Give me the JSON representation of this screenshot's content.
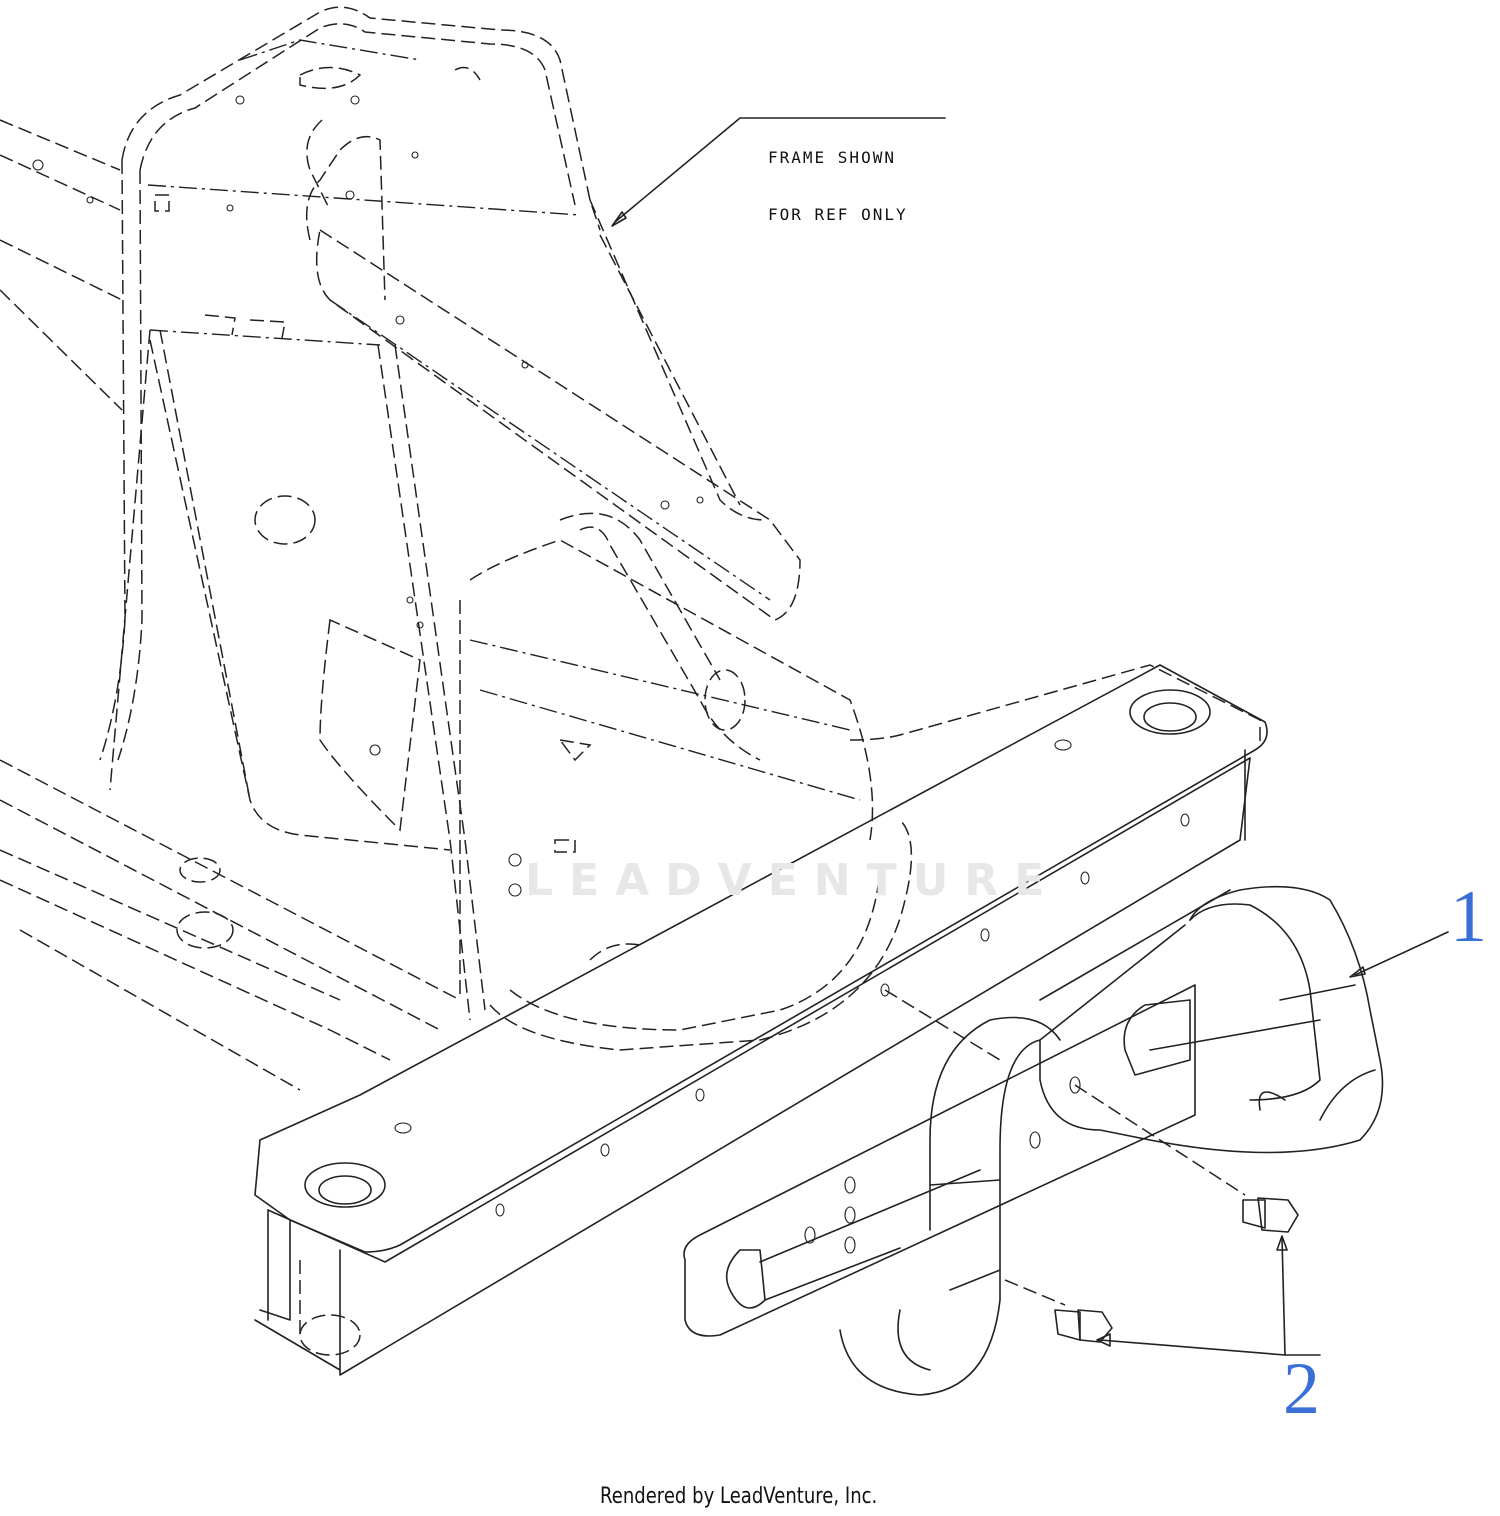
{
  "annotation": {
    "line1": "FRAME SHOWN",
    "line2": "FOR REF ONLY"
  },
  "callouts": [
    {
      "id": "1"
    },
    {
      "id": "2"
    }
  ],
  "footer": "Rendered by LeadVenture, Inc.",
  "watermark": "LEADVENTURE",
  "colors": {
    "callout": "#3a6fd8",
    "linework": "#222222",
    "watermark": "#e7e7e7"
  }
}
